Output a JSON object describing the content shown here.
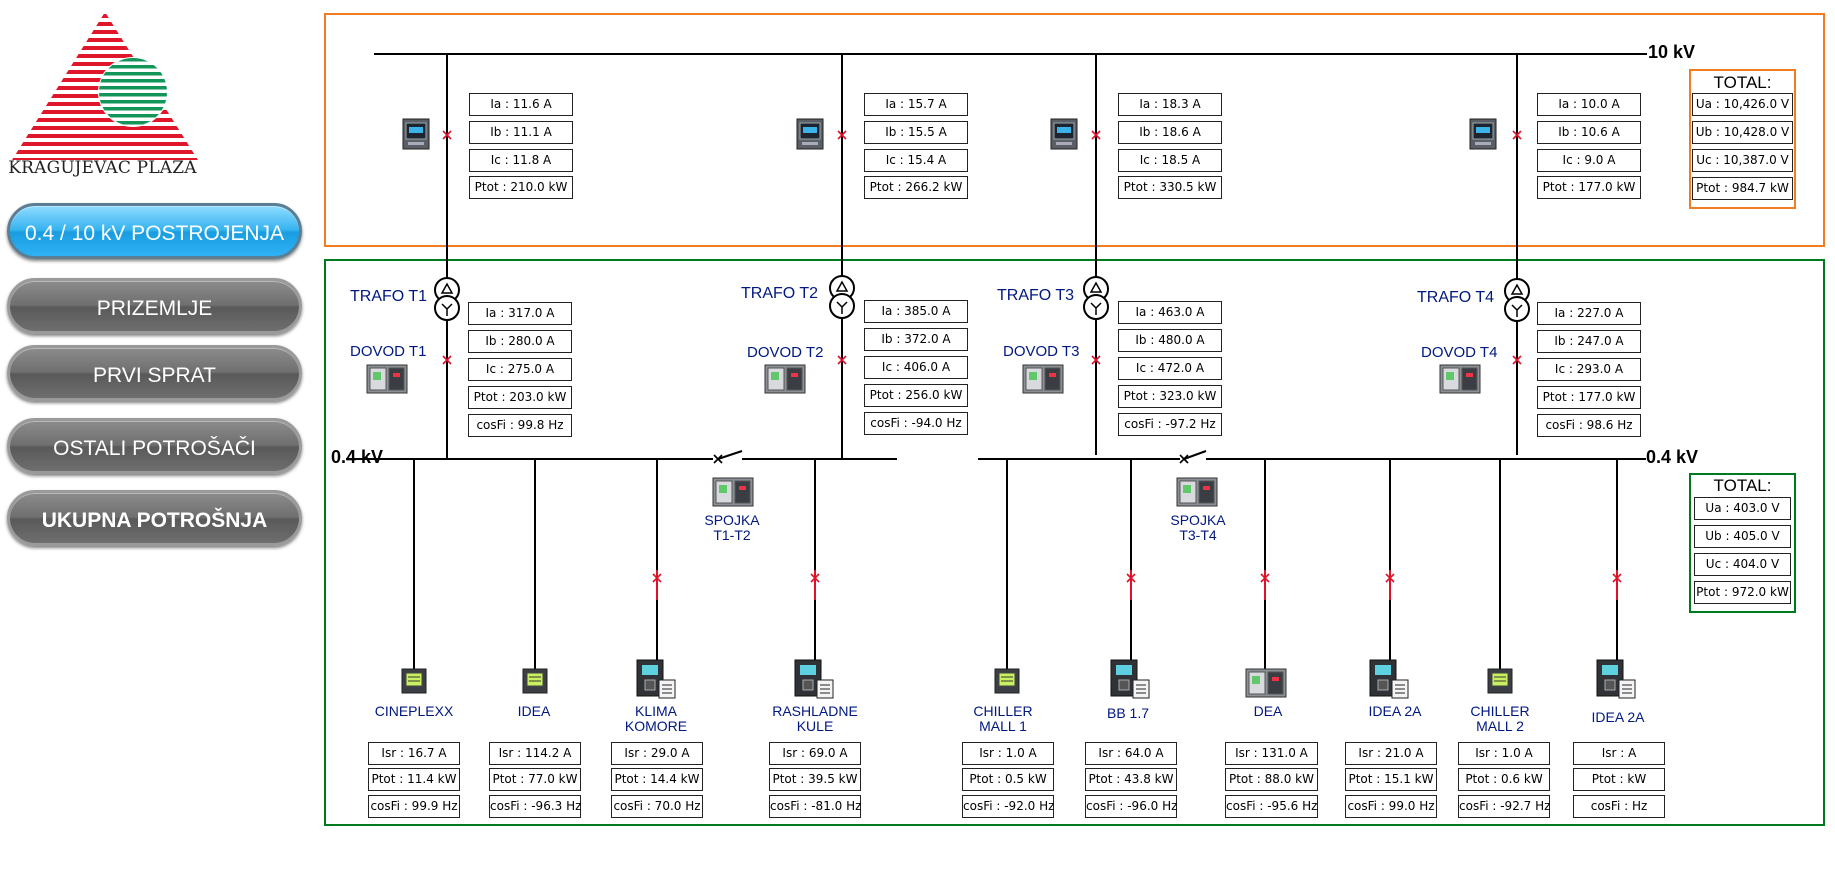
{
  "logo": {
    "name": "KRAGUJEVAC PLAZA"
  },
  "nav": [
    {
      "label": "0.4 / 10 kV POSTROJENJA",
      "active": true
    },
    {
      "label": "PRIZEMLJE"
    },
    {
      "label": "PRVI SPRAT"
    },
    {
      "label": "OSTALI POTROŠAČI"
    },
    {
      "label": "UKUPNA POTROŠNJA"
    }
  ],
  "voltage_labels": {
    "hv": "10 kV",
    "lv_left": "0.4 kV",
    "lv_right": "0.4 kV"
  },
  "hv_total": {
    "title": "TOTAL:",
    "rows": [
      "Ua : 10,426.0 V",
      "Ub : 10,428.0 V",
      "Uc : 10,387.0 V",
      "Ptot : 984.7 kW"
    ]
  },
  "lv_total": {
    "title": "TOTAL:",
    "rows": [
      "Ua : 403.0 V",
      "Ub : 405.0 V",
      "Uc : 404.0 V",
      "Ptot : 972.0 kW"
    ]
  },
  "hv_feeders": [
    {
      "rows": [
        "Ia : 11.6 A",
        "Ib : 11.1 A",
        "Ic : 11.8 A",
        "Ptot : 210.0 kW"
      ]
    },
    {
      "rows": [
        "Ia : 15.7 A",
        "Ib : 15.5 A",
        "Ic : 15.4 A",
        "Ptot : 266.2 kW"
      ]
    },
    {
      "rows": [
        "Ia : 18.3 A",
        "Ib : 18.6 A",
        "Ic : 18.5 A",
        "Ptot : 330.5 kW"
      ]
    },
    {
      "rows": [
        "Ia : 10.0 A",
        "Ib : 10.6 A",
        "Ic : 9.0 A",
        "Ptot : 177.0 kW"
      ]
    }
  ],
  "transformers": [
    {
      "trafo": "TRAFO T1",
      "dovod": "DOVOD T1",
      "rows": [
        "Ia : 317.0 A",
        "Ib : 280.0 A",
        "Ic : 275.0 A",
        "Ptot : 203.0 kW",
        "cosFi : 99.8 Hz"
      ]
    },
    {
      "trafo": "TRAFO T2",
      "dovod": "DOVOD T2",
      "rows": [
        "Ia : 385.0 A",
        "Ib : 372.0 A",
        "Ic : 406.0 A",
        "Ptot : 256.0 kW",
        "cosFi : -94.0 Hz"
      ]
    },
    {
      "trafo": "TRAFO T3",
      "dovod": "DOVOD T3",
      "rows": [
        "Ia : 463.0 A",
        "Ib : 480.0 A",
        "Ic : 472.0 A",
        "Ptot : 323.0 kW",
        "cosFi : -97.2 Hz"
      ]
    },
    {
      "trafo": "TRAFO T4",
      "dovod": "DOVOD T4",
      "rows": [
        "Ia : 227.0 A",
        "Ib : 247.0 A",
        "Ic : 293.0 A",
        "Ptot : 177.0 kW",
        "cosFi : 98.6 Hz"
      ]
    }
  ],
  "couplers": [
    {
      "label": "SPOJKA\nT1-T2"
    },
    {
      "label": "SPOJKA\nT3-T4"
    }
  ],
  "loads": [
    {
      "name": "CINEPLEXX",
      "device": "meter-icon",
      "rows": [
        "Isr : 16.7 A",
        "Ptot : 11.4 kW",
        "cosFi : 99.9 Hz"
      ]
    },
    {
      "name": "IDEA",
      "device": "meter-icon",
      "rows": [
        "Isr : 114.2 A",
        "Ptot : 77.0 kW",
        "cosFi : -96.3 Hz"
      ]
    },
    {
      "name": "KLIMA\nKOMORE",
      "device": "breaker-icon",
      "rows": [
        "Isr : 29.0 A",
        "Ptot : 14.4 kW",
        "cosFi : 70.0 Hz"
      ]
    },
    {
      "name": "RASHLADNE\nKULE",
      "device": "breaker-icon",
      "rows": [
        "Isr : 69.0 A",
        "Ptot : 39.5 kW",
        "cosFi : -81.0 Hz"
      ]
    },
    {
      "name": "CHILLER\nMALL 1",
      "device": "meter-icon",
      "rows": [
        "Isr : 1.0 A",
        "Ptot : 0.5 kW",
        "cosFi : -92.0 Hz"
      ]
    },
    {
      "name": "BB 1.7",
      "device": "breaker-icon",
      "rows": [
        "Isr : 64.0 A",
        "Ptot : 43.8 kW",
        "cosFi : -96.0 Hz"
      ]
    },
    {
      "name": "DEA",
      "device": "panel-icon",
      "rows": [
        "Isr : 131.0 A",
        "Ptot : 88.0 kW",
        "cosFi : -95.6 Hz"
      ]
    },
    {
      "name": "IDEA 2A",
      "device": "breaker-icon",
      "rows": [
        "Isr : 21.0 A",
        "Ptot : 15.1 kW",
        "cosFi : 99.0 Hz"
      ]
    },
    {
      "name": "CHILLER\nMALL 2",
      "device": "meter-icon",
      "rows": [
        "Isr : 1.0 A",
        "Ptot : 0.6 kW",
        "cosFi : -92.7 Hz"
      ]
    },
    {
      "name": "IDEA 2A",
      "device": "breaker-icon",
      "rows": [
        "Isr :  A",
        "Ptot :  kW",
        "cosFi :  Hz"
      ]
    }
  ],
  "colors": {
    "hv_frame": "#f47c20",
    "lv_frame": "#007a1e",
    "label_blue": "#001880",
    "breaker_red": "#e0102a",
    "nav_active": "#1aa0e6"
  }
}
